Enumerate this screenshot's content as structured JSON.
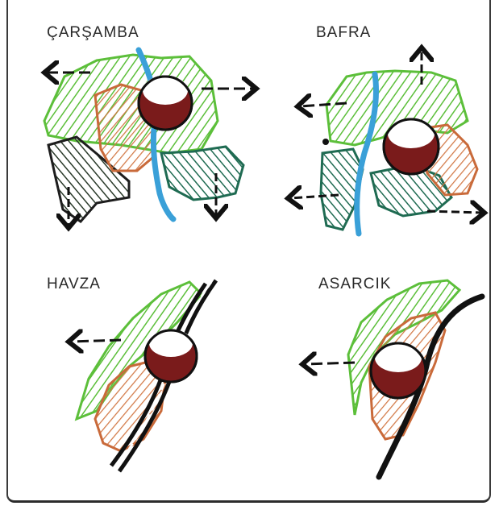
{
  "panels": [
    {
      "label": "ÇARŞAMBA"
    },
    {
      "label": "BAFRA"
    },
    {
      "label": "HAVZA"
    },
    {
      "label": "ASARCIK"
    }
  ],
  "colors": {
    "green": "#5cbf3a",
    "dark_green": "#1f6b52",
    "orange": "#c96a3a",
    "maroon": "#7a1b1b",
    "river_blue": "#3aa0d8",
    "road_black": "#111111"
  }
}
